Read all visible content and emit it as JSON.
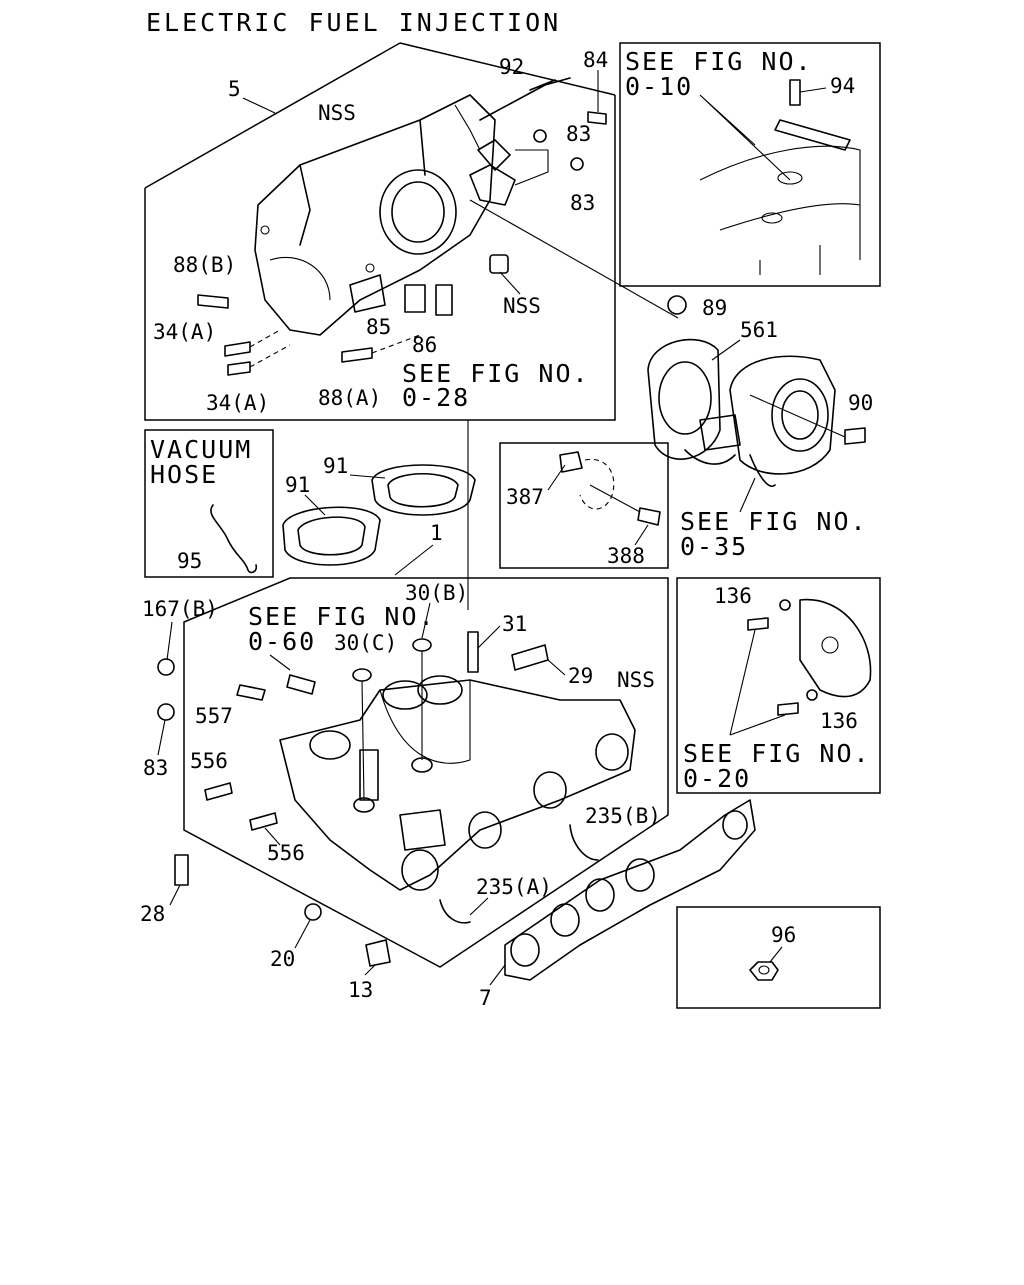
{
  "title": "ELECTRIC FUEL INJECTION",
  "callouts": {
    "c5": "5",
    "cNSS1": "NSS",
    "c92": "92",
    "c84": "84",
    "c83a": "83",
    "c83b": "83",
    "c88b": "88(B)",
    "c34a1": "34(A)",
    "c34a2": "34(A)",
    "c88a": "88(A)",
    "c85": "85",
    "c86": "86",
    "cNSS2": "NSS",
    "c89": "89",
    "c94": "94",
    "c561": "561",
    "c90": "90",
    "c91a": "91",
    "c91b": "91",
    "c95": "95",
    "c387": "387",
    "c388": "388",
    "c1": "1",
    "c167b": "167(B)",
    "c30b": "30(B)",
    "c30c": "30(C)",
    "c31": "31",
    "c29": "29",
    "cNSS3": "NSS",
    "c557": "557",
    "c83c": "83",
    "c556a": "556",
    "c556b": "556",
    "c28": "28",
    "c20": "20",
    "c13": "13",
    "c7": "7",
    "c235b": "235(B)",
    "c235a": "235(A)",
    "c136a": "136",
    "c136b": "136",
    "c96": "96"
  },
  "refs": {
    "fig028_l1": "SEE FIG NO.",
    "fig028_l2": "0-28",
    "fig010_l1": "SEE FIG NO.",
    "fig010_l2": "0-10",
    "fig035_l1": "SEE FIG NO.",
    "fig035_l2": "0-35",
    "fig060_l1": "SEE FIG NO.",
    "fig060_l2": "0-60",
    "fig020_l1": "SEE FIG NO.",
    "fig020_l2": "0-20"
  },
  "vacuum_hose": {
    "line1": "VACUUM",
    "line2": "HOSE"
  }
}
